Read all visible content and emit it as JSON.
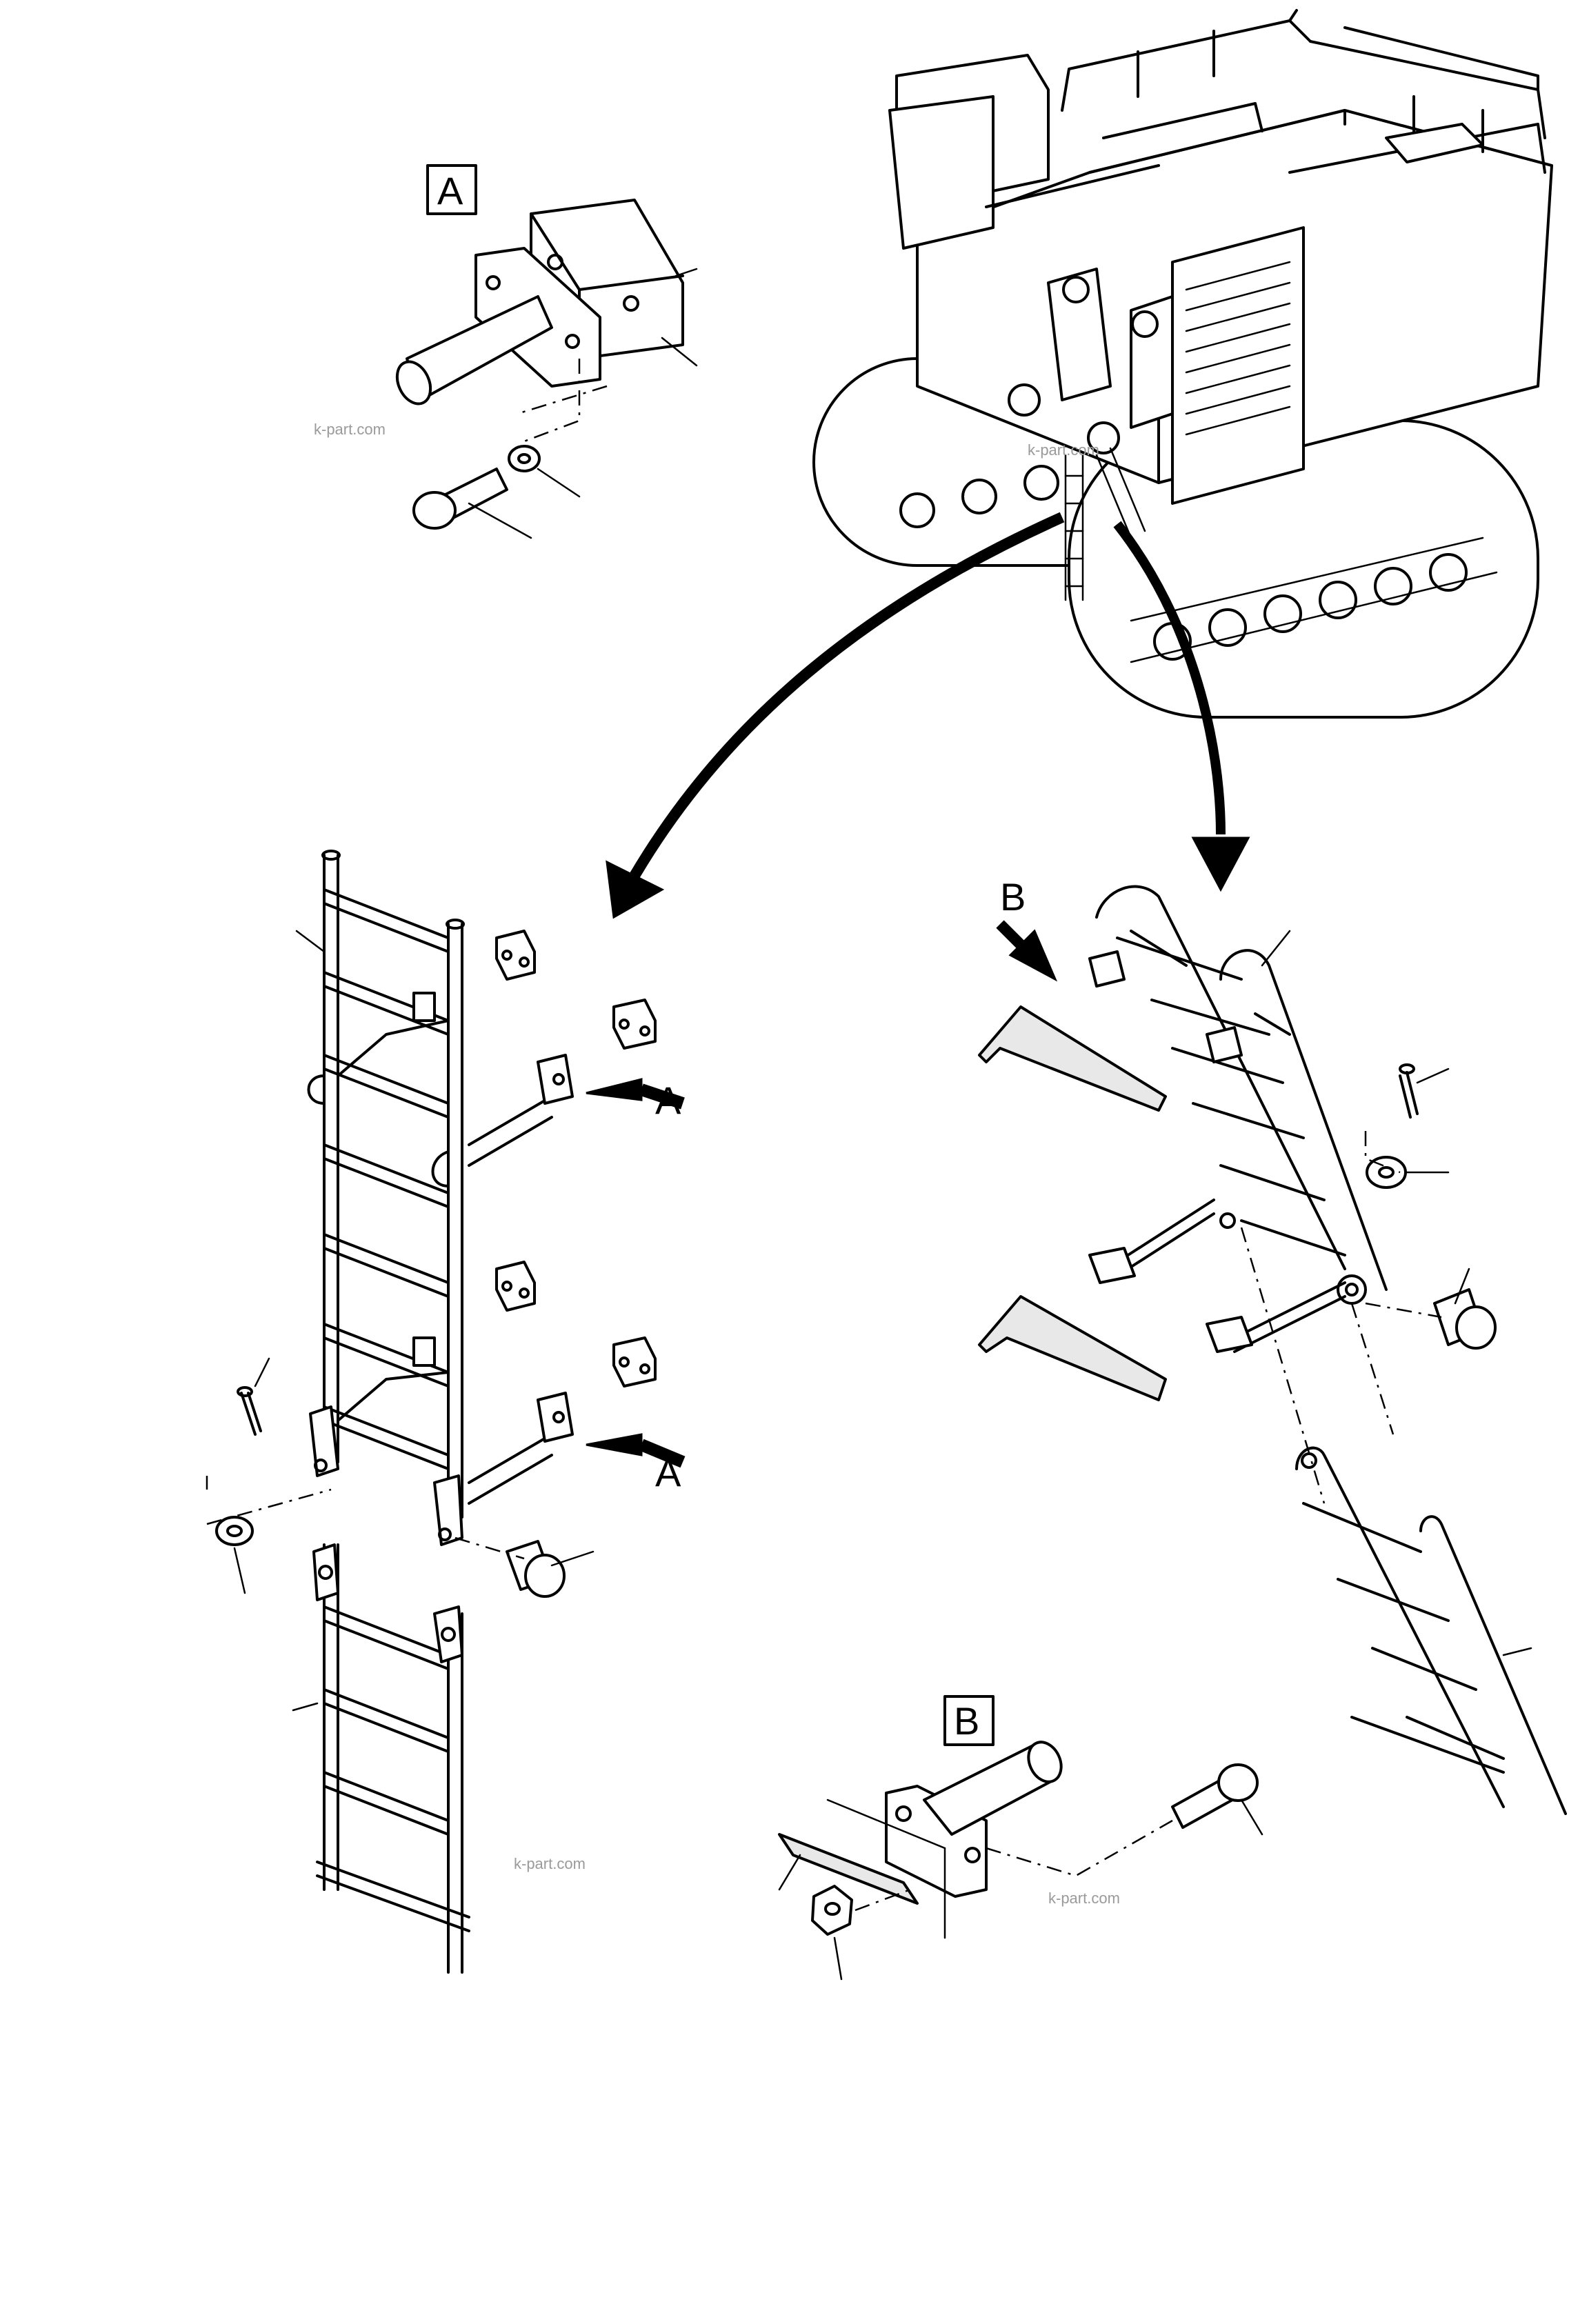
{
  "diagram": {
    "detail_labels": {
      "detail_a": "A",
      "detail_b": "B"
    },
    "arrow_labels": {
      "arrow_a_upper": "A",
      "arrow_a_lower": "A",
      "arrow_b": "B"
    },
    "watermark": "k-part.com"
  }
}
